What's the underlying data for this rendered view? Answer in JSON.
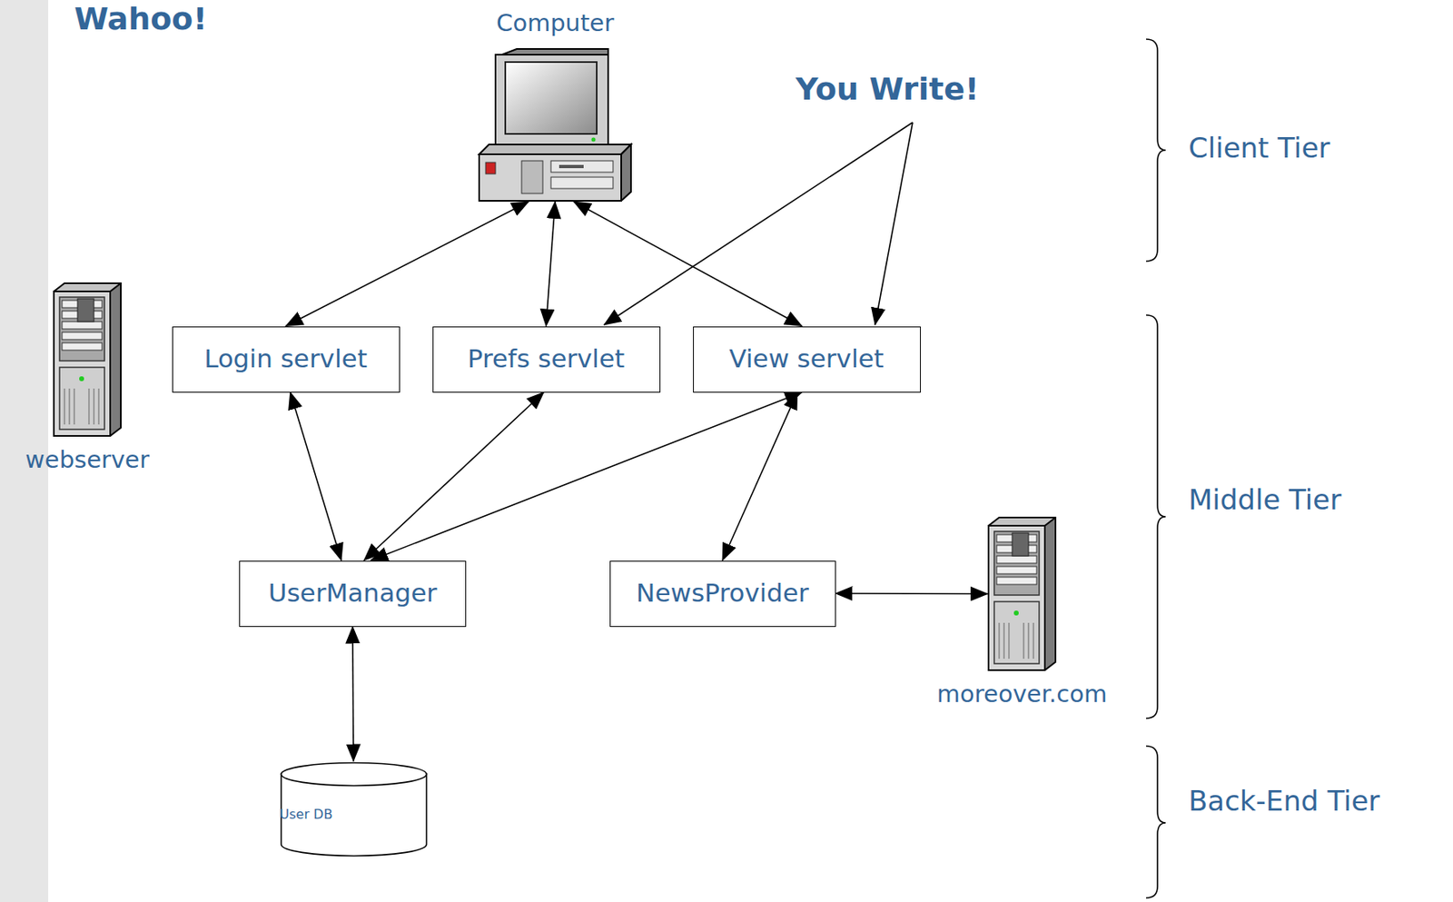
{
  "diagram": {
    "title": "Wahoo!",
    "nodes": [
      {
        "text": [
          "Computer"
        ]
      },
      {
        "text": [
          "webserver"
        ]
      },
      {
        "text": [
          "Login servlet"
        ]
      },
      {
        "text": [
          "Prefs servlet"
        ]
      },
      {
        "text": [
          "View servlet"
        ]
      },
      {
        "text": [
          "UserManager"
        ]
      },
      {
        "text": [
          "NewsProvider"
        ]
      },
      {
        "text": [
          "moreover.com"
        ]
      },
      {
        "text": [
          "User DB"
        ]
      }
    ],
    "edges": [
      {
        "from": 0,
        "to": 2,
        "arrow": "both"
      },
      {
        "from": 0,
        "to": 3,
        "arrow": "both"
      },
      {
        "from": 0,
        "to": 4,
        "arrow": "both"
      },
      {
        "from": 2,
        "to": 5,
        "arrow": "both"
      },
      {
        "from": 3,
        "to": 5,
        "arrow": "both"
      },
      {
        "from": 4,
        "to": 5,
        "arrow": "both"
      },
      {
        "from": 4,
        "to": 6,
        "arrow": "both"
      },
      {
        "from": 6,
        "to": 7,
        "arrow": "both"
      },
      {
        "from": 5,
        "to": 8,
        "arrow": "both"
      }
    ],
    "labels": [
      "You Write!",
      "Client Tier",
      "Middle Tier",
      "Back-End Tier"
    ]
  }
}
